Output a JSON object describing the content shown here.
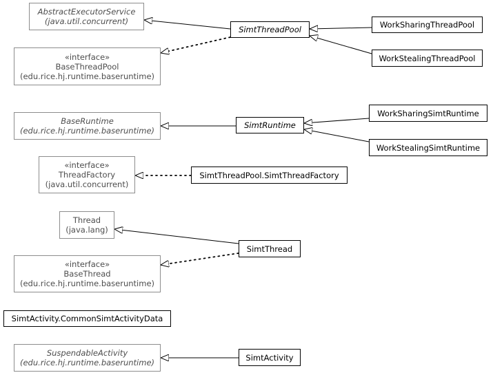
{
  "diagram": {
    "classes": {
      "abstract_executor_service": {
        "name": "AbstractExecutorService",
        "package": "(java.util.concurrent)"
      },
      "simt_thread_pool": {
        "name": "SimtThreadPool"
      },
      "work_sharing_thread_pool": {
        "name": "WorkSharingThreadPool"
      },
      "work_stealing_thread_pool": {
        "name": "WorkStealingThreadPool"
      },
      "base_thread_pool": {
        "stereotype": "«interface»",
        "name": "BaseThreadPool",
        "package": "(edu.rice.hj.runtime.baseruntime)"
      },
      "base_runtime": {
        "name": "BaseRuntime",
        "package": "(edu.rice.hj.runtime.baseruntime)"
      },
      "simt_runtime": {
        "name": "SimtRuntime"
      },
      "work_sharing_simt_runtime": {
        "name": "WorkSharingSimtRuntime"
      },
      "work_stealing_simt_runtime": {
        "name": "WorkStealingSimtRuntime"
      },
      "thread_factory": {
        "stereotype": "«interface»",
        "name": "ThreadFactory",
        "package": "(java.util.concurrent)"
      },
      "simt_thread_factory": {
        "name": "SimtThreadPool.SimtThreadFactory"
      },
      "thread": {
        "name": "Thread",
        "package": "(java.lang)"
      },
      "simt_thread": {
        "name": "SimtThread"
      },
      "base_thread": {
        "stereotype": "«interface»",
        "name": "BaseThread",
        "package": "(edu.rice.hj.runtime.baseruntime)"
      },
      "common_simt_activity_data": {
        "name": "SimtActivity.CommonSimtActivityData"
      },
      "suspendable_activity": {
        "name": "SuspendableActivity",
        "package": "(edu.rice.hj.runtime.baseruntime)"
      },
      "simt_activity": {
        "name": "SimtActivity"
      }
    },
    "colors": {
      "external_border": "#8c8c8c",
      "external_text": "#4d4d4d",
      "local_border": "#000000",
      "edge": "#000000"
    },
    "relations": [
      {
        "from": "SimtThreadPool",
        "to": "AbstractExecutorService",
        "kind": "extends"
      },
      {
        "from": "SimtThreadPool",
        "to": "BaseThreadPool",
        "kind": "implements"
      },
      {
        "from": "WorkSharingThreadPool",
        "to": "SimtThreadPool",
        "kind": "extends"
      },
      {
        "from": "WorkStealingThreadPool",
        "to": "SimtThreadPool",
        "kind": "extends"
      },
      {
        "from": "SimtRuntime",
        "to": "BaseRuntime",
        "kind": "extends"
      },
      {
        "from": "WorkSharingSimtRuntime",
        "to": "SimtRuntime",
        "kind": "extends"
      },
      {
        "from": "WorkStealingSimtRuntime",
        "to": "SimtRuntime",
        "kind": "extends"
      },
      {
        "from": "SimtThreadPool.SimtThreadFactory",
        "to": "ThreadFactory",
        "kind": "implements"
      },
      {
        "from": "SimtThread",
        "to": "Thread",
        "kind": "extends"
      },
      {
        "from": "SimtThread",
        "to": "BaseThread",
        "kind": "implements"
      },
      {
        "from": "SimtActivity",
        "to": "SuspendableActivity",
        "kind": "extends"
      }
    ]
  }
}
